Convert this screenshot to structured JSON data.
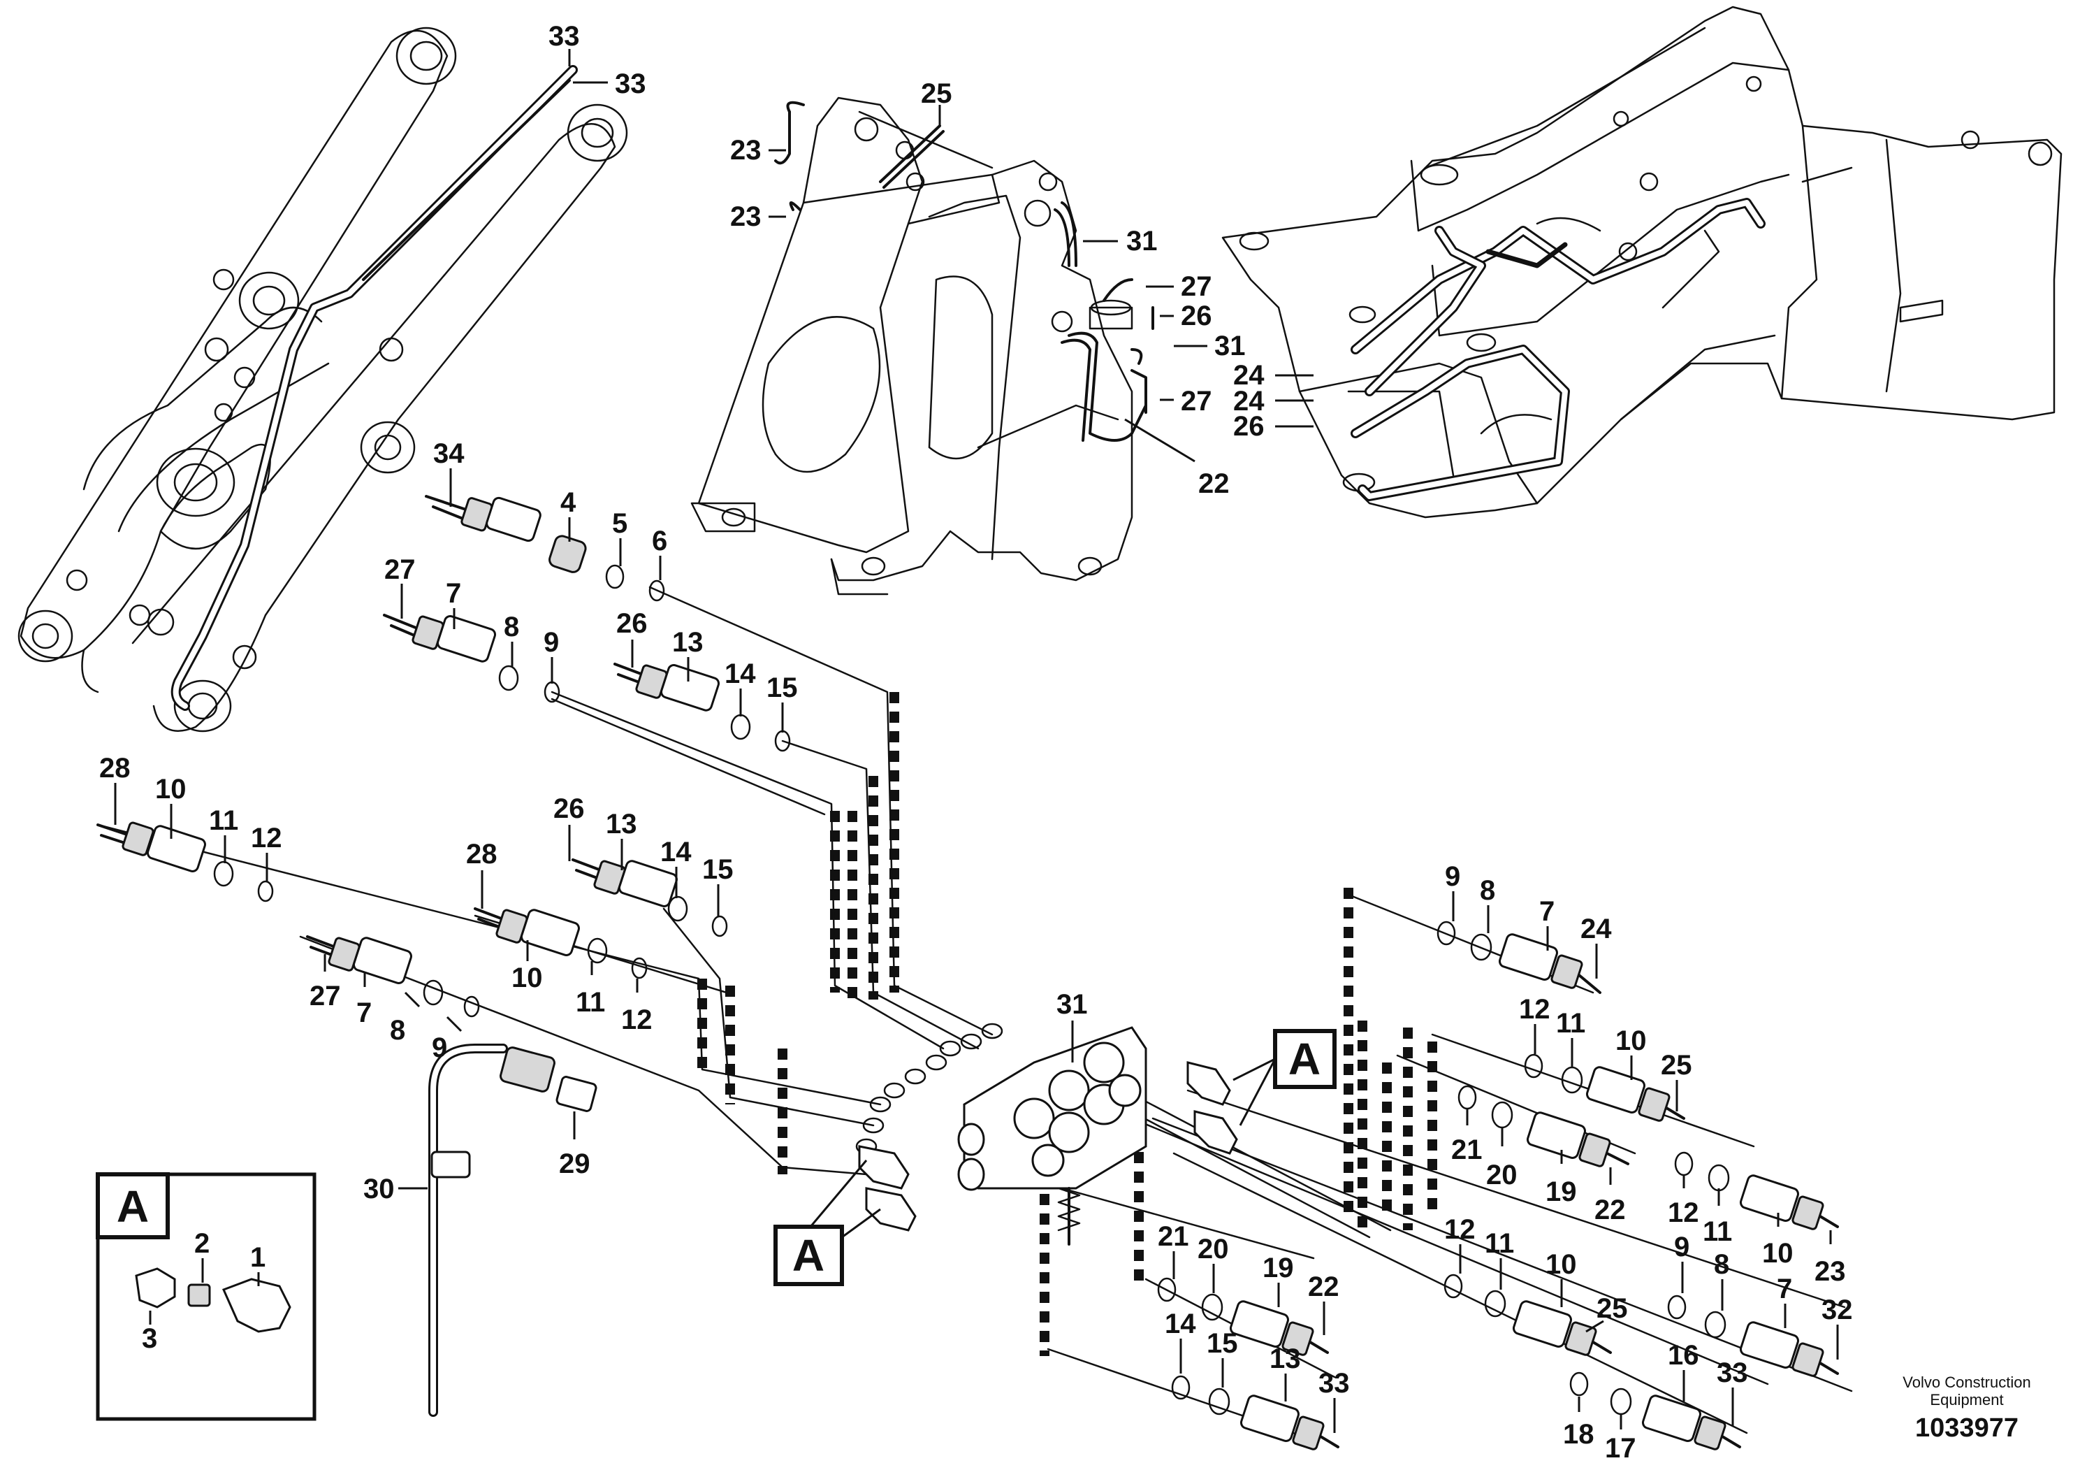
{
  "callouts": {
    "c33a": "33",
    "c33b": "33",
    "c25t": "25",
    "c23a": "23",
    "c23b": "23",
    "c31a": "31",
    "c27a": "27",
    "c26a": "26",
    "c31b": "31",
    "c27b": "27",
    "c22a": "22",
    "c24a": "24",
    "c24b": "24",
    "c26b": "26",
    "c34": "34",
    "c4": "4",
    "c5": "5",
    "c6": "6",
    "c27c": "27",
    "c7a": "7",
    "c8a": "8",
    "c9a": "9",
    "c26c": "26",
    "c13a": "13",
    "c14a": "14",
    "c15a": "15",
    "c28a": "28",
    "c10a": "10",
    "c11a": "11",
    "c12a": "12",
    "c26d": "26",
    "c13b": "13",
    "c14b": "14",
    "c15b": "15",
    "c28b": "28",
    "c10b": "10",
    "c11b": "11",
    "c12b": "12",
    "c27d": "27",
    "c7b": "7",
    "c8b": "8",
    "c9b": "9",
    "c30": "30",
    "c29": "29",
    "c31c": "31",
    "c9c": "9",
    "c8c": "8",
    "c7c": "7",
    "c24c": "24",
    "c12c": "12",
    "c11c": "11",
    "c10c": "10",
    "c25a": "25",
    "c21a": "21",
    "c20a": "20",
    "c19a": "19",
    "c22b": "22",
    "c12d": "12",
    "c11d": "11",
    "c10d": "10",
    "c23c": "23",
    "c21b": "21",
    "c20b": "20",
    "c19b": "19",
    "c22c": "22",
    "c12e": "12",
    "c11e": "11",
    "c10e": "10",
    "c25b": "25",
    "c9d": "9",
    "c8d": "8",
    "c7d": "7",
    "c32": "32",
    "c14c": "14",
    "c15c": "15",
    "c13c": "13",
    "c33c": "33",
    "c18": "18",
    "c17": "17",
    "c16": "16",
    "c33d": "33",
    "i2": "2",
    "i1": "1",
    "i3": "3"
  },
  "refs": {
    "a1": "A",
    "a2": "A",
    "inset": "A"
  },
  "caption": {
    "company": "Volvo Construction",
    "company2": "Equipment",
    "number": "1033977"
  }
}
